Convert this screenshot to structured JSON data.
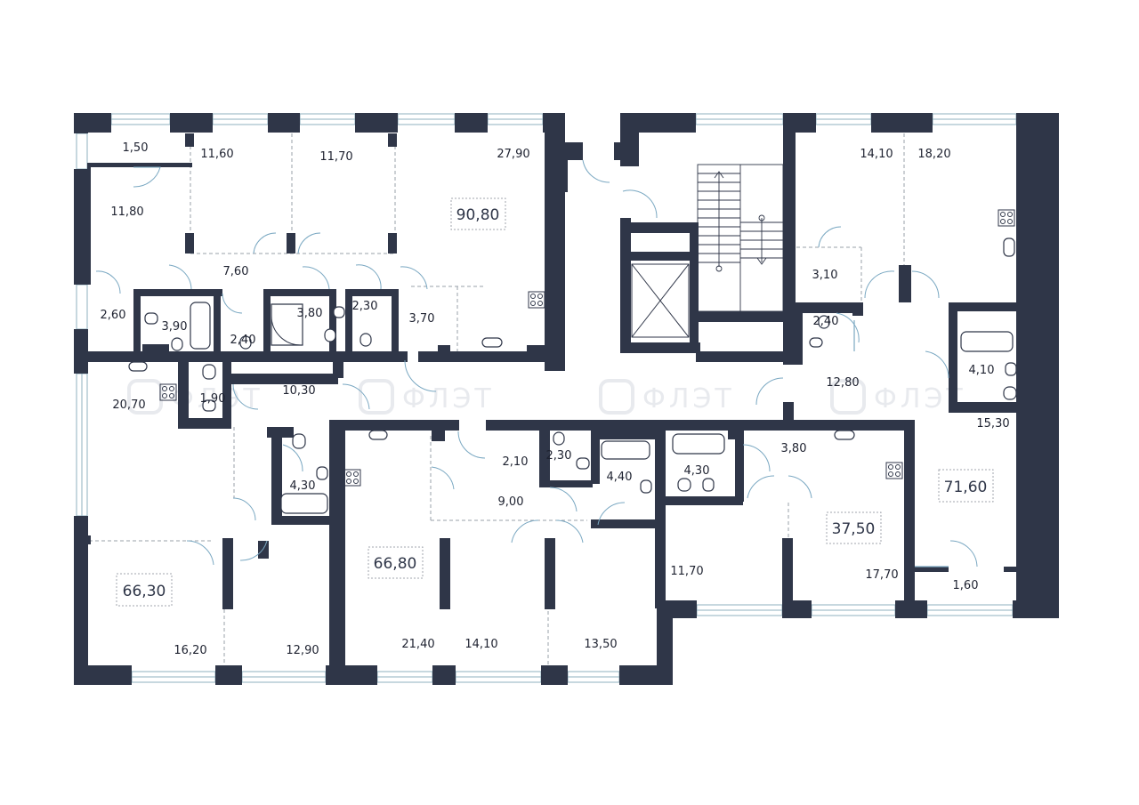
{
  "room_areas": [
    {
      "id": "r1",
      "text": "1,50"
    },
    {
      "id": "r2",
      "text": "11,60"
    },
    {
      "id": "r3",
      "text": "11,70"
    },
    {
      "id": "r4",
      "text": "27,90"
    },
    {
      "id": "r5",
      "text": "11,80"
    },
    {
      "id": "r6",
      "text": "7,60"
    },
    {
      "id": "r7",
      "text": "2,60"
    },
    {
      "id": "r8",
      "text": "3,90"
    },
    {
      "id": "r9",
      "text": "2,40"
    },
    {
      "id": "r10",
      "text": "3,80"
    },
    {
      "id": "r11",
      "text": "2,30"
    },
    {
      "id": "r12",
      "text": "3,70"
    },
    {
      "id": "r13",
      "text": "1,90"
    },
    {
      "id": "r14",
      "text": "10,30"
    },
    {
      "id": "r15",
      "text": "20,70"
    },
    {
      "id": "r16",
      "text": "4,30"
    },
    {
      "id": "r17",
      "text": "16,20"
    },
    {
      "id": "r18",
      "text": "12,90"
    },
    {
      "id": "r19",
      "text": "2,10"
    },
    {
      "id": "r20",
      "text": "2,30"
    },
    {
      "id": "r21",
      "text": "4,40"
    },
    {
      "id": "r22",
      "text": "9,00"
    },
    {
      "id": "r23",
      "text": "21,40"
    },
    {
      "id": "r24",
      "text": "14,10"
    },
    {
      "id": "r25",
      "text": "13,50"
    },
    {
      "id": "r26",
      "text": "4,30"
    },
    {
      "id": "r27",
      "text": "11,70"
    },
    {
      "id": "r28",
      "text": "14,10"
    },
    {
      "id": "r29",
      "text": "18,20"
    },
    {
      "id": "r30",
      "text": "3,10"
    },
    {
      "id": "r31",
      "text": "2,40"
    },
    {
      "id": "r32",
      "text": "12,80"
    },
    {
      "id": "r33",
      "text": "4,10"
    },
    {
      "id": "r34",
      "text": "15,30"
    },
    {
      "id": "r35",
      "text": "3,80"
    },
    {
      "id": "r36",
      "text": "17,70"
    },
    {
      "id": "r37",
      "text": "1,60"
    }
  ],
  "apartment_totals": [
    {
      "id": "a1",
      "text": "90,80"
    },
    {
      "id": "a2",
      "text": "66,30"
    },
    {
      "id": "a3",
      "text": "66,80"
    },
    {
      "id": "a4",
      "text": "37,50"
    },
    {
      "id": "a5",
      "text": "71,60"
    }
  ],
  "watermark": {
    "text": "ФЛЭТ",
    "icon": "flat-logo-icon"
  },
  "colors": {
    "wall": "#2f3648",
    "window": "#8fb0bf",
    "door": "#7aa8c2",
    "watermark": "#e8eaee"
  }
}
